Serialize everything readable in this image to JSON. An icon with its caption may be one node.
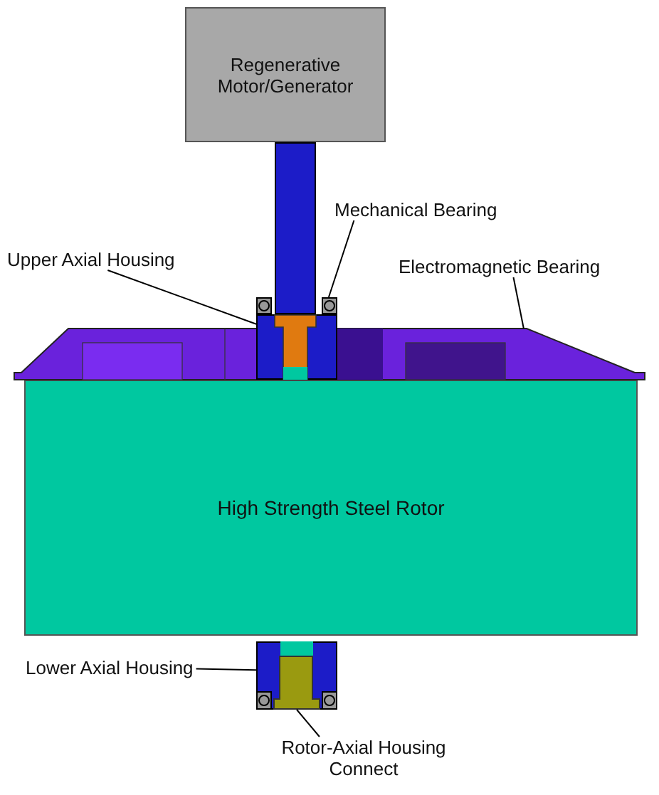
{
  "diagram": {
    "nodes": [
      {
        "text": [
          "Regenerative Motor/Generator"
        ]
      },
      {
        "text": [
          "High Strength Steel Rotor"
        ]
      },
      {
        "text": [
          "Mechanical Bearing"
        ]
      },
      {
        "text": [],
        "shape": "box"
      },
      {
        "text": [
          "Upper Axial Housing"
        ]
      },
      {
        "text": [],
        "shape": "box"
      },
      {
        "text": [
          "Electromagnetic Bearing"
        ]
      },
      {
        "text": [],
        "shape": "trapezoid"
      },
      {
        "text": [
          "Lower Axial Housing"
        ]
      },
      {
        "text": [],
        "shape": "box"
      },
      {
        "text": [
          "Rotor-Axial Housing Connect"
        ]
      },
      {
        "text": [],
        "shape": "box",
        "in": 9
      },
      {
        "text": [],
        "shape": "bar"
      },
      {
        "text": [],
        "shape": "box"
      },
      {
        "text": [],
        "shape": "box",
        "in": 9
      },
      {
        "text": [],
        "shape": "box",
        "in": 9
      }
    ],
    "edges": [
      {
        "from": 2,
        "to": 3,
        "arrow": "none"
      },
      {
        "from": 4,
        "to": 5,
        "arrow": "none"
      },
      {
        "from": 6,
        "to": 7,
        "arrow": "none"
      },
      {
        "from": 8,
        "to": 9,
        "arrow": "none"
      },
      {
        "from": 10,
        "to": 11,
        "arrow": "none"
      }
    ]
  }
}
